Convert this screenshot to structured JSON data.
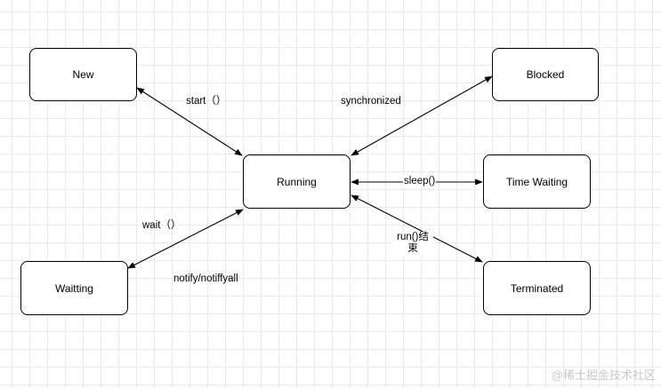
{
  "nodes": {
    "new": "New",
    "blocked": "Blocked",
    "running": "Running",
    "time_waiting": "Time Waiting",
    "waitting": "Waitting",
    "terminated": "Terminated"
  },
  "edge_labels": {
    "start": "start（）",
    "synchronized": "synchronized",
    "sleep": "sleep()",
    "wait": "wait（）",
    "notify": "notify/notiffyall",
    "run_end": "run()结束"
  },
  "watermark": "@稀土掘金技术社区"
}
